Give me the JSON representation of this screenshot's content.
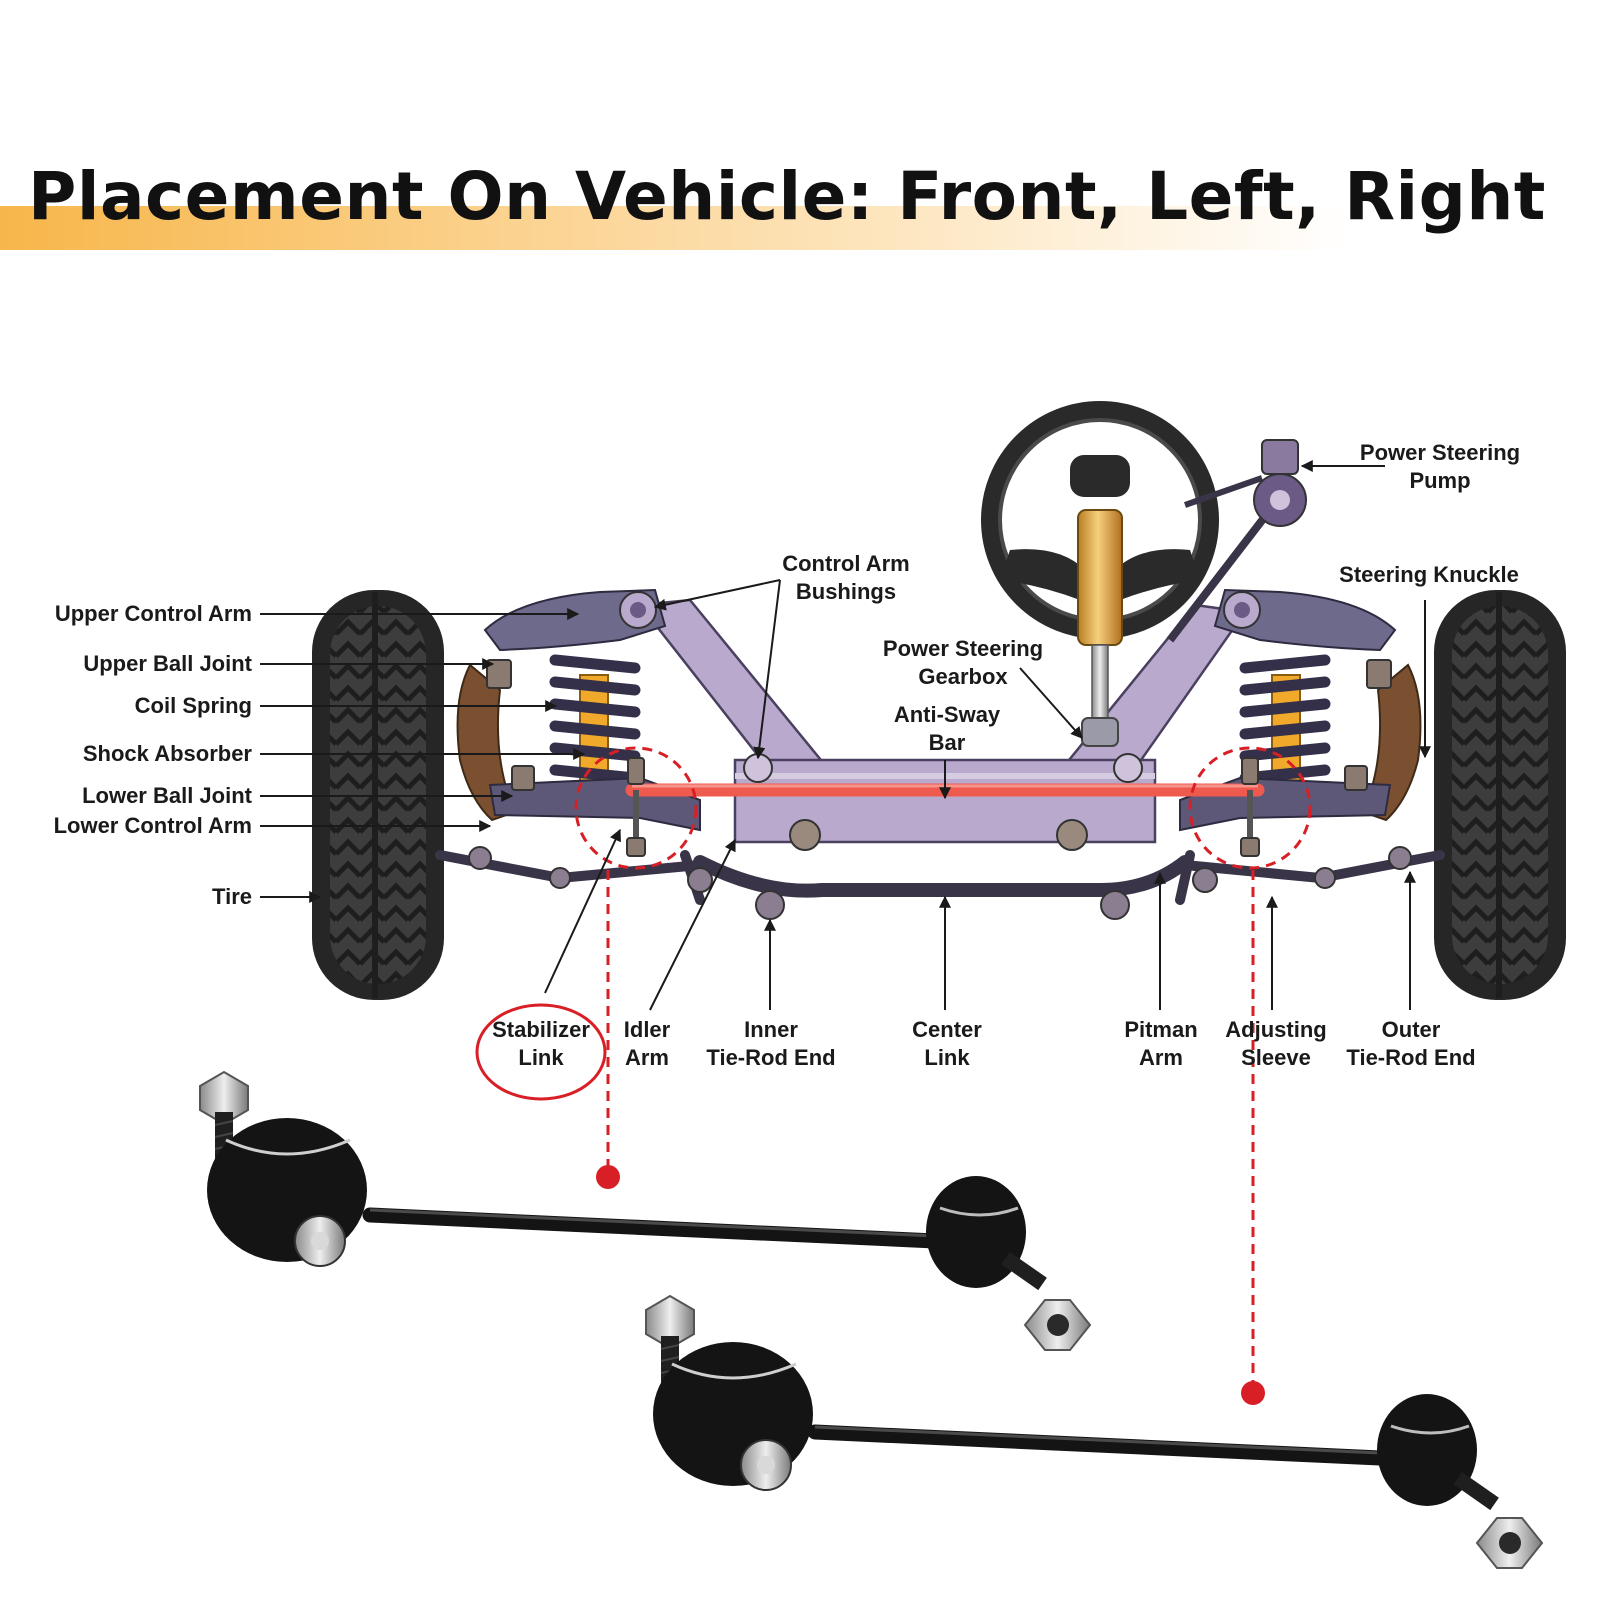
{
  "title": "Placement On Vehicle: Front, Left, Right",
  "colors": {
    "title_highlight": "#f7b64a",
    "accent": "#d91f26",
    "anti_sway_bar": "#ef5a4f",
    "frame": "#b9a9cc",
    "bushing": "#6b5a86",
    "coil_spring": "#35304a",
    "shock": "#f0a92a",
    "steering_column": "#e8b55a",
    "tire": "#3a3a3a",
    "link": "#141414"
  },
  "labels": {
    "upper_control_arm": "Upper Control Arm",
    "upper_ball_joint": "Upper Ball Joint",
    "coil_spring": "Coil Spring",
    "shock_absorber": "Shock Absorber",
    "lower_ball_joint": "Lower Ball Joint",
    "lower_control_arm": "Lower Control Arm",
    "tire": "Tire",
    "control_arm_bushings_1": "Control Arm",
    "control_arm_bushings_2": "Bushings",
    "power_steering_gearbox_1": "Power Steering",
    "power_steering_gearbox_2": "Gearbox",
    "anti_sway_bar_1": "Anti-Sway",
    "anti_sway_bar_2": "Bar",
    "power_steering_pump_1": "Power Steering",
    "power_steering_pump_2": "Pump",
    "steering_knuckle": "Steering Knuckle",
    "stabilizer_link_1": "Stabilizer",
    "stabilizer_link_2": "Link",
    "idler_arm_1": "Idler",
    "idler_arm_2": "Arm",
    "inner_tie_rod_end_1": "Inner",
    "inner_tie_rod_end_2": "Tie-Rod End",
    "center_link_1": "Center",
    "center_link_2": "Link",
    "pitman_arm_1": "Pitman",
    "pitman_arm_2": "Arm",
    "adjusting_sleeve_1": "Adjusting",
    "adjusting_sleeve_2": "Sleeve",
    "outer_tie_rod_end_1": "Outer",
    "outer_tie_rod_end_2": "Tie-Rod End"
  }
}
